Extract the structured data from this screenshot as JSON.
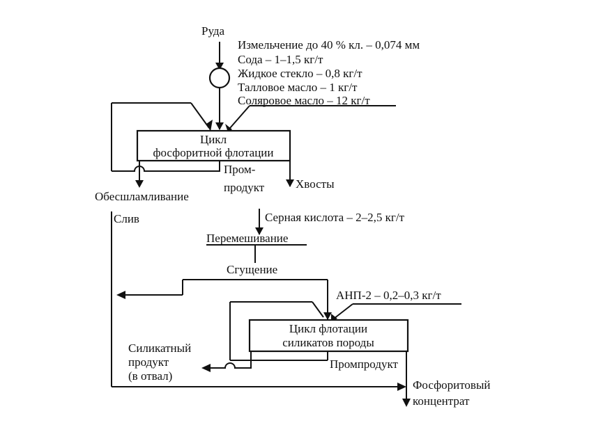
{
  "feed": {
    "ore": "Руда",
    "grinding": "Измельчение до 40 %  кл. – 0,074 мм",
    "soda": "Сода – 1–1,5 кг/т",
    "water_glass": "Жидкое стекло – 0,8 кг/т",
    "tall_oil": "Талловое масло – 1 кг/т",
    "solar_oil": "Соляровое масло – 12 кг/т"
  },
  "phosphorite_cycle": {
    "line1": "Цикл",
    "line2": "фосфоритной флотации",
    "desliming": "Обесшламливание",
    "middlings_line1": "Пром-",
    "middlings_line2": "продукт",
    "tailings": "Хвосты"
  },
  "conditioning": {
    "overflow": "Слив",
    "sulfuric_acid": "Серная кислота – 2–2,5 кг/т",
    "mixing": "Перемешивание",
    "thickening": "Сгущение",
    "anp": "АНП-2 – 0,2–0,3 кг/т"
  },
  "silicate_cycle": {
    "line1": "Цикл флотации",
    "line2": "силикатов породы",
    "silicate_product_line1": "Силикатный",
    "silicate_product_line2": "продукт",
    "silicate_product_line3": "(в отвал)",
    "middlings": "Промпродукт",
    "concentrate_line1": "Фосфоритовый",
    "concentrate_line2": "концентрат"
  }
}
